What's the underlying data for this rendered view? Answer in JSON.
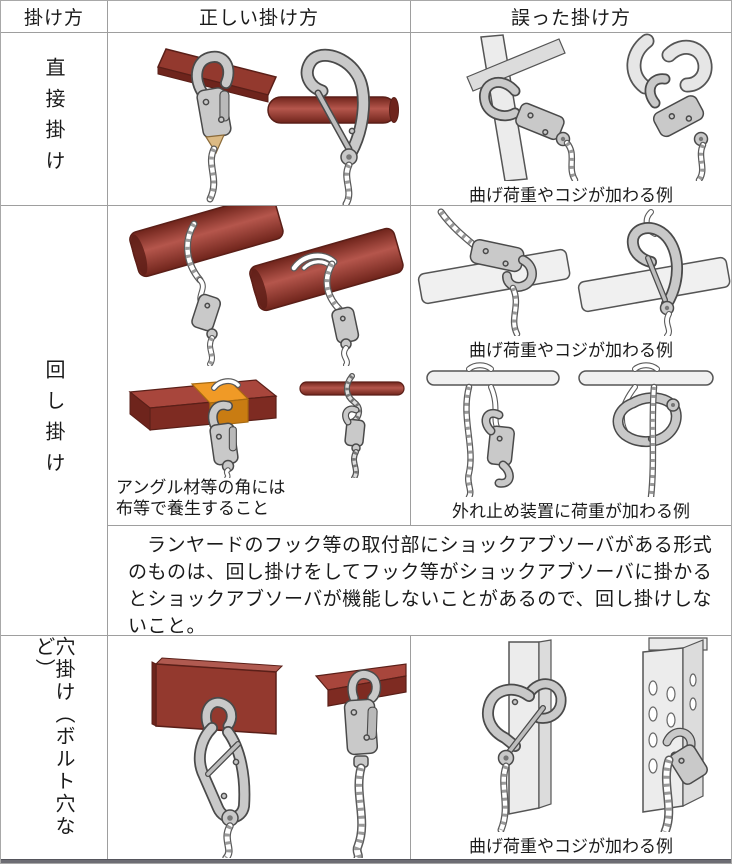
{
  "table": {
    "headers": {
      "method": "掛け方",
      "correct": "正しい掛け方",
      "wrong": "誤った掛け方"
    },
    "rows": {
      "direct": {
        "label": "直接掛け",
        "wrong_caption": "曲げ荷重やコジが加わる例"
      },
      "wrap": {
        "label": "回し掛け",
        "correct_caption_line1": "アングル材等の角には",
        "correct_caption_line2": "布等で養生すること",
        "wrong_caption_top": "曲げ荷重やコジが加わる例",
        "wrong_caption_bottom": "外れ止め装置に荷重が加わる例",
        "note": "ランヤードのフック等の取付部にショックアブソーバがある形式のものは、回し掛けをしてフック等がショックアブソーバに掛かるとショックアブソーバが機能しないことがあるので、回し掛けしないこと。"
      },
      "hole": {
        "label": "穴掛け（ボルト穴など）",
        "wrong_caption": "曲げ荷重やコジが加わる例"
      }
    },
    "colors": {
      "steel_red": "#93392e",
      "cloth_orange": "#f09a26",
      "hook_gray": "#c9c9c9",
      "outline_gray": "#4a4a4a",
      "grid_border": "#9e9e9e"
    }
  }
}
